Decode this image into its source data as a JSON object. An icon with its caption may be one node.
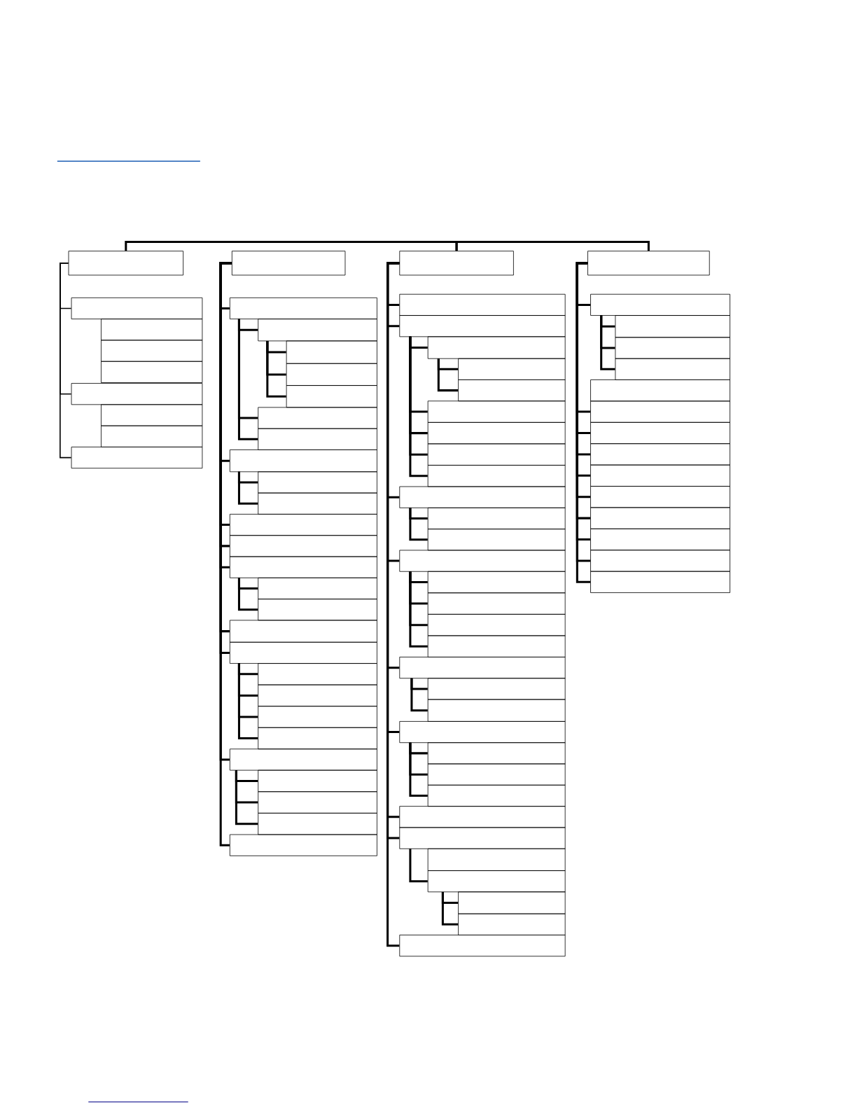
{
  "diagram": {
    "nodes": [
      {
        "text": [],
        "shape": "box"
      },
      {
        "text": [],
        "shape": "box"
      },
      {
        "text": [],
        "shape": "box"
      },
      {
        "text": [],
        "shape": "box"
      },
      {
        "text": [],
        "shape": "box"
      },
      {
        "text": [],
        "shape": "box"
      },
      {
        "text": [],
        "shape": "box"
      },
      {
        "text": [],
        "shape": "box"
      },
      {
        "text": [],
        "shape": "box"
      },
      {
        "text": [],
        "shape": "box"
      },
      {
        "text": [],
        "shape": "box"
      },
      {
        "text": [],
        "shape": "box"
      },
      {
        "text": [],
        "shape": "box"
      },
      {
        "text": [],
        "shape": "box"
      },
      {
        "text": [],
        "shape": "box"
      },
      {
        "text": [],
        "shape": "box"
      },
      {
        "text": [],
        "shape": "box"
      },
      {
        "text": [],
        "shape": "box"
      },
      {
        "text": [],
        "shape": "box"
      },
      {
        "text": [],
        "shape": "box"
      },
      {
        "text": [],
        "shape": "box"
      },
      {
        "text": [],
        "shape": "box"
      },
      {
        "text": [],
        "shape": "box"
      },
      {
        "text": [],
        "shape": "box"
      },
      {
        "text": [],
        "shape": "box"
      },
      {
        "text": [],
        "shape": "box"
      },
      {
        "text": [],
        "shape": "box"
      },
      {
        "text": [],
        "shape": "box"
      },
      {
        "text": [],
        "shape": "box"
      },
      {
        "text": [],
        "shape": "box"
      },
      {
        "text": [],
        "shape": "box"
      },
      {
        "text": [],
        "shape": "box"
      },
      {
        "text": [],
        "shape": "box"
      },
      {
        "text": [],
        "shape": "box"
      },
      {
        "text": [],
        "shape": "box"
      },
      {
        "text": [],
        "shape": "box"
      },
      {
        "text": [],
        "shape": "box"
      },
      {
        "text": [],
        "shape": "box"
      },
      {
        "text": [],
        "shape": "box"
      },
      {
        "text": [],
        "shape": "box"
      },
      {
        "text": [],
        "shape": "box"
      },
      {
        "text": [],
        "shape": "box"
      },
      {
        "text": [],
        "shape": "box"
      },
      {
        "text": [],
        "shape": "box"
      },
      {
        "text": [],
        "shape": "box"
      },
      {
        "text": [],
        "shape": "box"
      },
      {
        "text": [],
        "shape": "box"
      },
      {
        "text": [],
        "shape": "box"
      },
      {
        "text": [],
        "shape": "box"
      },
      {
        "text": [],
        "shape": "box"
      },
      {
        "text": [],
        "shape": "box"
      },
      {
        "text": [],
        "shape": "box"
      },
      {
        "text": [],
        "shape": "box"
      },
      {
        "text": [],
        "shape": "box"
      },
      {
        "text": [],
        "shape": "box"
      },
      {
        "text": [],
        "shape": "box"
      },
      {
        "text": [],
        "shape": "box"
      },
      {
        "text": [],
        "shape": "box"
      },
      {
        "text": [],
        "shape": "box"
      },
      {
        "text": [],
        "shape": "box"
      },
      {
        "text": [],
        "shape": "box"
      },
      {
        "text": [],
        "shape": "box"
      },
      {
        "text": [],
        "shape": "box"
      },
      {
        "text": [],
        "shape": "box"
      },
      {
        "text": [],
        "shape": "box"
      },
      {
        "text": [],
        "shape": "box"
      },
      {
        "text": [],
        "shape": "box"
      },
      {
        "text": [],
        "shape": "box"
      },
      {
        "text": [],
        "shape": "box"
      },
      {
        "text": [],
        "shape": "box"
      },
      {
        "text": [],
        "shape": "box"
      },
      {
        "text": [],
        "shape": "box"
      },
      {
        "text": [],
        "shape": "box"
      },
      {
        "text": [],
        "shape": "box"
      },
      {
        "text": [],
        "shape": "box"
      },
      {
        "text": [],
        "shape": "box"
      },
      {
        "text": [],
        "shape": "box"
      },
      {
        "text": [],
        "shape": "box"
      },
      {
        "text": [],
        "shape": "box"
      },
      {
        "text": [],
        "shape": "box"
      },
      {
        "text": [],
        "shape": "box"
      },
      {
        "text": [],
        "shape": "box"
      },
      {
        "text": [],
        "shape": "box"
      }
    ],
    "edges": [
      {
        "from": 0,
        "to": 36,
        "arrow": "none"
      },
      {
        "from": 36,
        "to": 68,
        "arrow": "none"
      },
      {
        "from": 0,
        "to": 1,
        "arrow": "none"
      },
      {
        "from": 0,
        "to": 5,
        "arrow": "none"
      },
      {
        "from": 0,
        "to": 8,
        "arrow": "none"
      },
      {
        "from": 9,
        "to": 10,
        "arrow": "none"
      },
      {
        "from": 9,
        "to": 17,
        "arrow": "none"
      },
      {
        "from": 9,
        "to": 20,
        "arrow": "none"
      },
      {
        "from": 9,
        "to": 21,
        "arrow": "none"
      },
      {
        "from": 9,
        "to": 22,
        "arrow": "none"
      },
      {
        "from": 9,
        "to": 25,
        "arrow": "none"
      },
      {
        "from": 9,
        "to": 26,
        "arrow": "none"
      },
      {
        "from": 9,
        "to": 31,
        "arrow": "none"
      },
      {
        "from": 9,
        "to": 35,
        "arrow": "none"
      },
      {
        "from": 10,
        "to": 11,
        "arrow": "none"
      },
      {
        "from": 10,
        "to": 15,
        "arrow": "none"
      },
      {
        "from": 10,
        "to": 16,
        "arrow": "none"
      },
      {
        "from": 11,
        "to": 12,
        "arrow": "none"
      },
      {
        "from": 11,
        "to": 13,
        "arrow": "none"
      },
      {
        "from": 11,
        "to": 14,
        "arrow": "none"
      },
      {
        "from": 17,
        "to": 18,
        "arrow": "none"
      },
      {
        "from": 17,
        "to": 19,
        "arrow": "none"
      },
      {
        "from": 22,
        "to": 23,
        "arrow": "none"
      },
      {
        "from": 22,
        "to": 24,
        "arrow": "none"
      },
      {
        "from": 26,
        "to": 27,
        "arrow": "none"
      },
      {
        "from": 26,
        "to": 28,
        "arrow": "none"
      },
      {
        "from": 26,
        "to": 29,
        "arrow": "none"
      },
      {
        "from": 26,
        "to": 30,
        "arrow": "none"
      },
      {
        "from": 31,
        "to": 32,
        "arrow": "none"
      },
      {
        "from": 31,
        "to": 33,
        "arrow": "none"
      },
      {
        "from": 31,
        "to": 34,
        "arrow": "none"
      },
      {
        "from": 36,
        "to": 37,
        "arrow": "none"
      },
      {
        "from": 36,
        "to": 38,
        "arrow": "none"
      },
      {
        "from": 36,
        "to": 46,
        "arrow": "none"
      },
      {
        "from": 36,
        "to": 49,
        "arrow": "none"
      },
      {
        "from": 36,
        "to": 54,
        "arrow": "none"
      },
      {
        "from": 36,
        "to": 57,
        "arrow": "none"
      },
      {
        "from": 36,
        "to": 61,
        "arrow": "none"
      },
      {
        "from": 36,
        "to": 62,
        "arrow": "none"
      },
      {
        "from": 36,
        "to": 67,
        "arrow": "none"
      },
      {
        "from": 38,
        "to": 39,
        "arrow": "none"
      },
      {
        "from": 38,
        "to": 42,
        "arrow": "none"
      },
      {
        "from": 38,
        "to": 43,
        "arrow": "none"
      },
      {
        "from": 38,
        "to": 44,
        "arrow": "none"
      },
      {
        "from": 38,
        "to": 45,
        "arrow": "none"
      },
      {
        "from": 39,
        "to": 40,
        "arrow": "none"
      },
      {
        "from": 39,
        "to": 41,
        "arrow": "none"
      },
      {
        "from": 46,
        "to": 47,
        "arrow": "none"
      },
      {
        "from": 46,
        "to": 48,
        "arrow": "none"
      },
      {
        "from": 49,
        "to": 50,
        "arrow": "none"
      },
      {
        "from": 49,
        "to": 51,
        "arrow": "none"
      },
      {
        "from": 49,
        "to": 52,
        "arrow": "none"
      },
      {
        "from": 49,
        "to": 53,
        "arrow": "none"
      },
      {
        "from": 54,
        "to": 55,
        "arrow": "none"
      },
      {
        "from": 54,
        "to": 56,
        "arrow": "none"
      },
      {
        "from": 57,
        "to": 58,
        "arrow": "none"
      },
      {
        "from": 57,
        "to": 59,
        "arrow": "none"
      },
      {
        "from": 57,
        "to": 60,
        "arrow": "none"
      },
      {
        "from": 62,
        "to": 64,
        "arrow": "none"
      },
      {
        "from": 64,
        "to": 65,
        "arrow": "none"
      },
      {
        "from": 64,
        "to": 66,
        "arrow": "none"
      },
      {
        "from": 68,
        "to": 69,
        "arrow": "none"
      },
      {
        "from": 68,
        "to": 74,
        "arrow": "none"
      },
      {
        "from": 68,
        "to": 75,
        "arrow": "none"
      },
      {
        "from": 68,
        "to": 76,
        "arrow": "none"
      },
      {
        "from": 68,
        "to": 77,
        "arrow": "none"
      },
      {
        "from": 68,
        "to": 78,
        "arrow": "none"
      },
      {
        "from": 68,
        "to": 79,
        "arrow": "none"
      },
      {
        "from": 68,
        "to": 80,
        "arrow": "none"
      },
      {
        "from": 68,
        "to": 81,
        "arrow": "none"
      },
      {
        "from": 68,
        "to": 82,
        "arrow": "none"
      },
      {
        "from": 69,
        "to": 70,
        "arrow": "none"
      },
      {
        "from": 69,
        "to": 71,
        "arrow": "none"
      },
      {
        "from": 69,
        "to": 72,
        "arrow": "none"
      }
    ]
  }
}
